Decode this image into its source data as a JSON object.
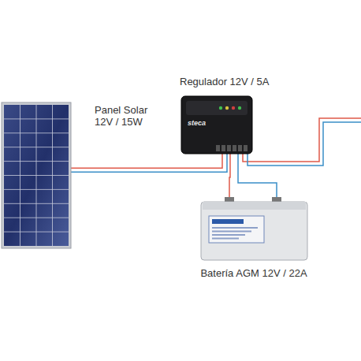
{
  "diagram": {
    "nodes": [
      {
        "text": [
          "Panel Solar 12V / 15W"
        ]
      },
      {
        "text": [
          "Regulador 12V / 5A"
        ]
      },
      {
        "text": [
          "Batería AGM 12V / 22A"
        ]
      }
    ],
    "edges": [
      {
        "from": 0,
        "to": 1,
        "arrow": "none"
      },
      {
        "from": 1,
        "to": 2,
        "arrow": "none"
      }
    ],
    "labels": [
      "steca"
    ]
  }
}
